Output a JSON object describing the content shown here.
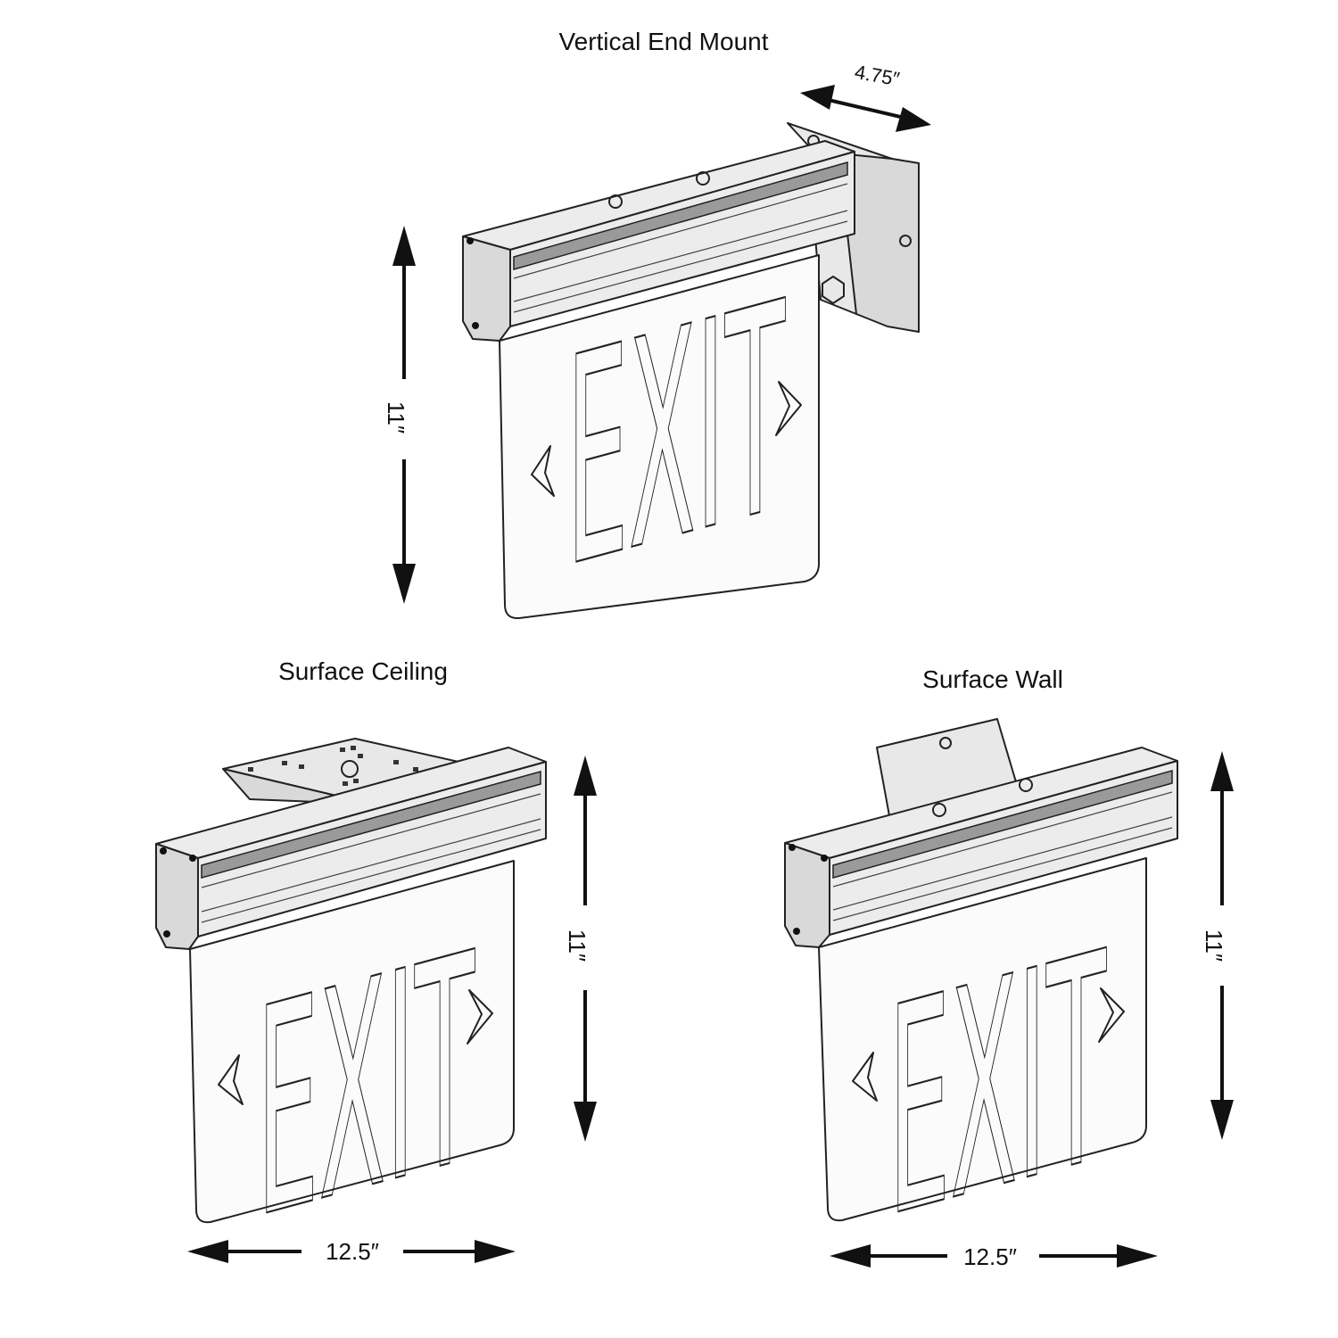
{
  "views": {
    "vertical_end": {
      "title": "Vertical End Mount",
      "depth_label": "4.75″",
      "height_label": "11″",
      "sign_text": "EXIT"
    },
    "surface_ceiling": {
      "title": "Surface Ceiling",
      "height_label": "11″",
      "width_label": "12.5″",
      "sign_text": "EXIT"
    },
    "surface_wall": {
      "title": "Surface Wall",
      "height_label": "11″",
      "width_label": "12.5″",
      "sign_text": "EXIT"
    }
  }
}
